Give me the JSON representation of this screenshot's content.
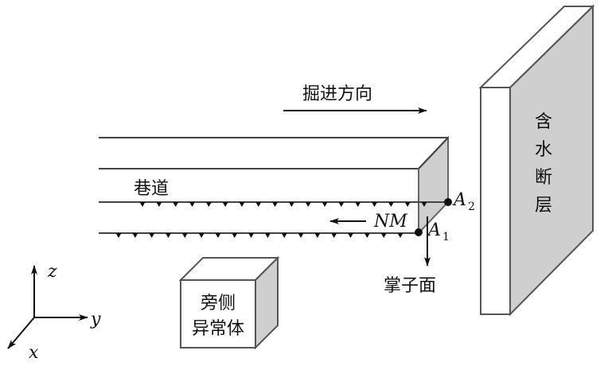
{
  "labels": {
    "direction": "掘进方向",
    "tunnel": "巷道",
    "nm": "NM",
    "a1": "A",
    "a1_sub": "1",
    "a2": "A",
    "a2_sub": "2",
    "face": "掌子面",
    "fault": [
      "含",
      "水",
      "断",
      "层"
    ],
    "anomaly_line1": "旁侧",
    "anomaly_line2": "异常体",
    "axis_x": "x",
    "axis_y": "y",
    "axis_z": "z"
  },
  "colors": {
    "shade": "#cfcfcf",
    "edge": "#555555",
    "ink": "#111111"
  },
  "receivers": {
    "upper_line_count": 18,
    "lower_line_count": 18
  }
}
